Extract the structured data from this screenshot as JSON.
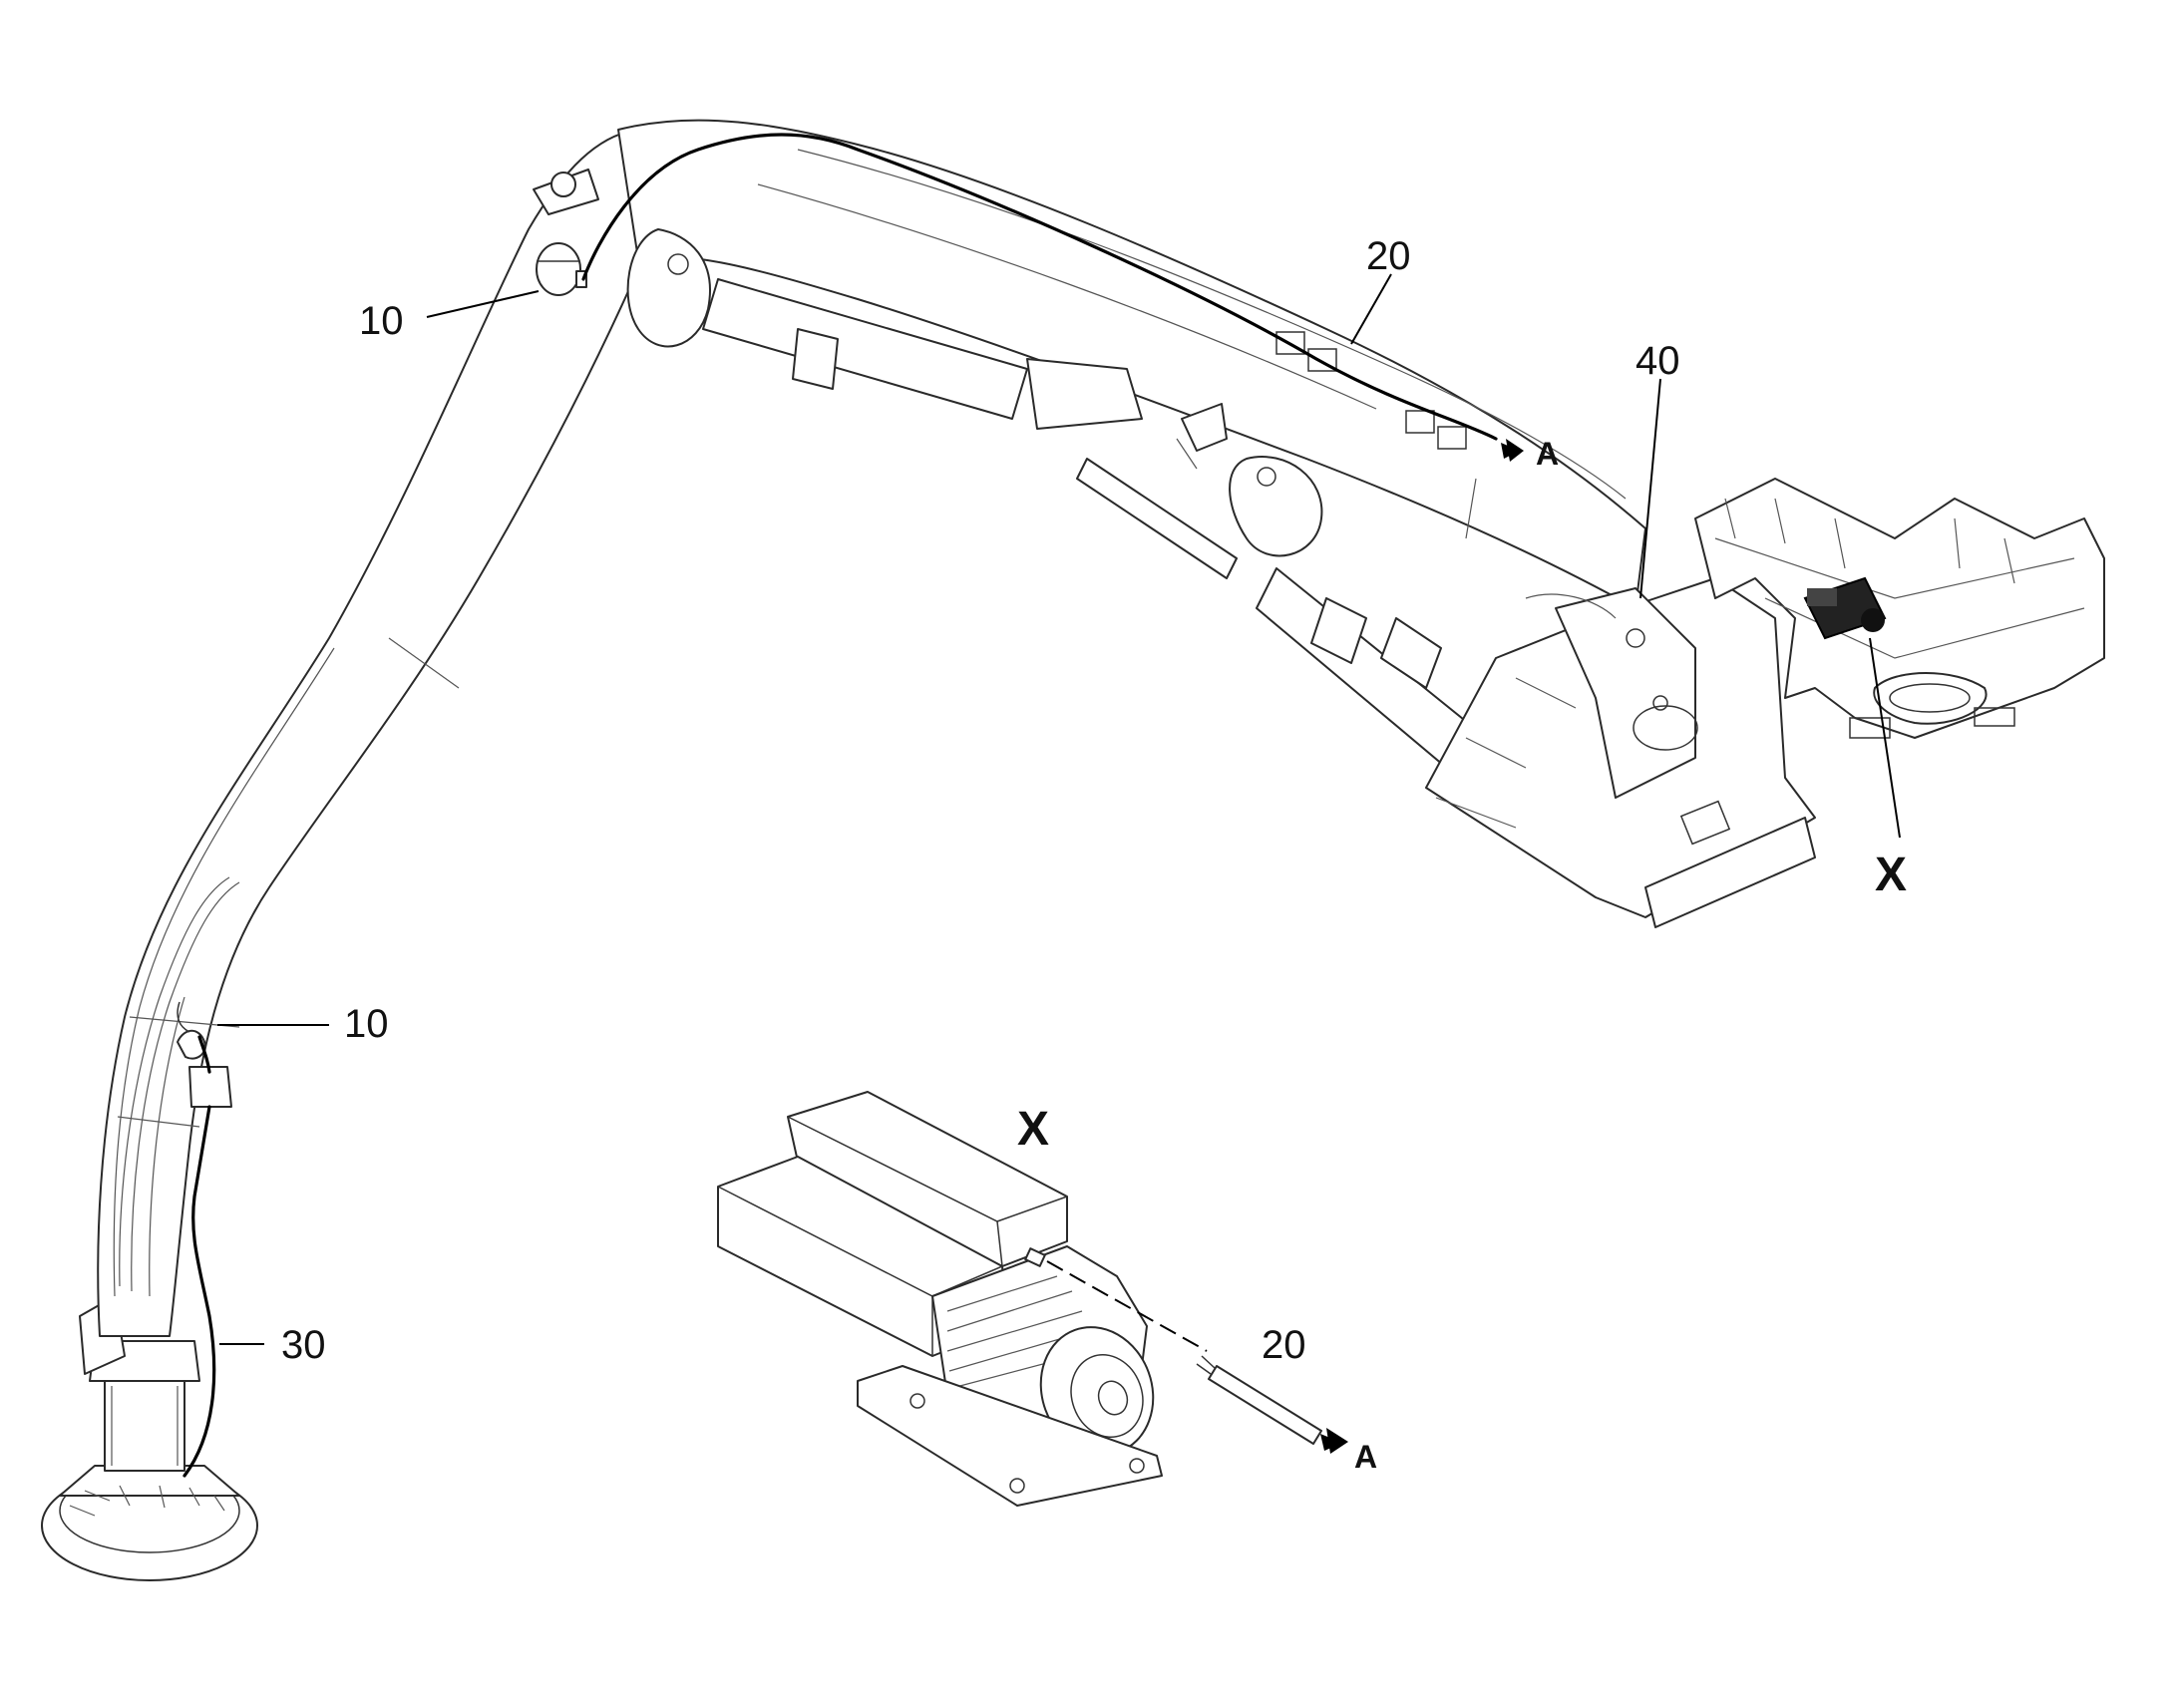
{
  "callouts": {
    "c10_upper": "10",
    "c10_lower": "10",
    "c20_main": "20",
    "c40": "40",
    "c30": "30",
    "x_main": "X",
    "x_detail": "X",
    "c20_detail": "20",
    "a_main": "A",
    "a_detail": "A"
  },
  "colors": {
    "ink": "#000000",
    "background": "#ffffff"
  }
}
